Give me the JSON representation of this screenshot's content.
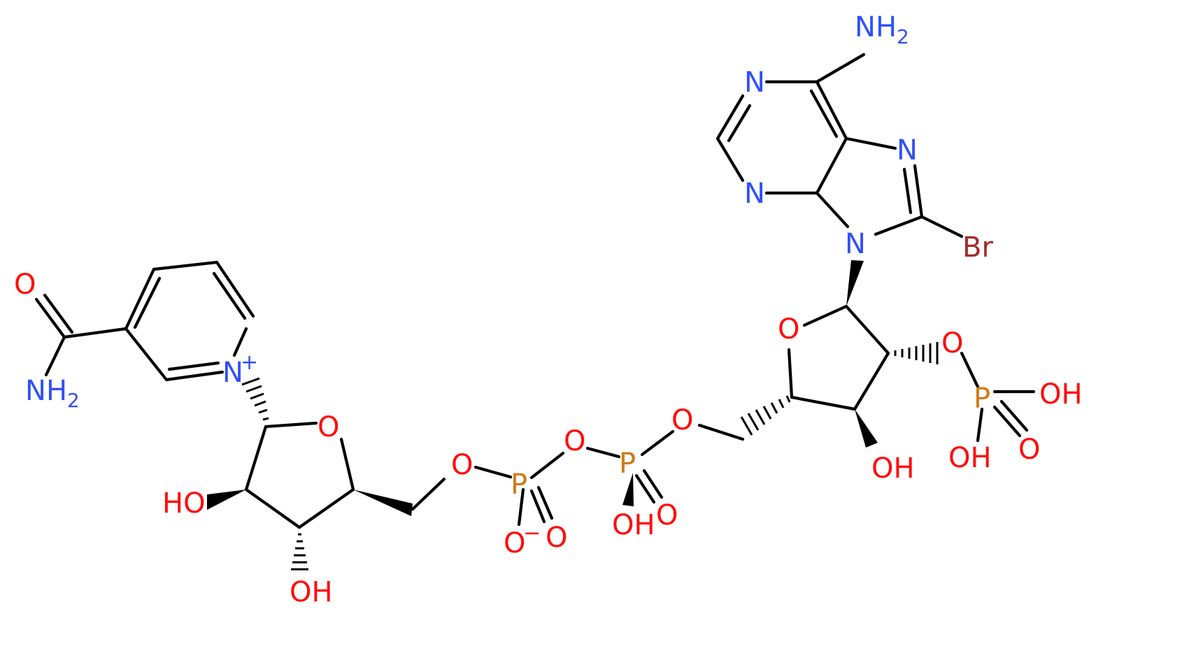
{
  "colors": {
    "carbon_bond": "#000000",
    "nitrogen": "#3050F8",
    "oxygen": "#FF0D0D",
    "phosphorus": "#D07A1A",
    "bromine": "#A62929"
  },
  "labels": {
    "adenine": {
      "amine_N": "N",
      "amine_H": "H",
      "amine_sub": "2",
      "n1": "N",
      "n3": "N",
      "n7": "N",
      "n9": "N",
      "bromo": "Br"
    },
    "adenosine_ribose": {
      "ring_O": "O",
      "oh3": "OH",
      "o2": "O"
    },
    "phosphate_2p": {
      "p": "P",
      "oh_a": "OH",
      "oh_b": "OH",
      "o_double": "O"
    },
    "pyrophosphate": {
      "o5_adenosine": "O",
      "p_alpha": "P",
      "p_alpha_oh": "OH",
      "p_alpha_o": "O",
      "bridge_O": "O",
      "p_beta": "P",
      "p_beta_o_double": "O",
      "p_beta_o_minus": "O",
      "minus": "−",
      "o5_nicotinamide": "O"
    },
    "nicotinamide_ribose": {
      "ring_O": "O",
      "oh2": "HO",
      "oh3": "OH"
    },
    "nicotinamide": {
      "ring_N": "N",
      "plus": "+",
      "amide_O": "O",
      "amide_N": "N",
      "amide_H": "H",
      "amide_sub": "2"
    }
  }
}
